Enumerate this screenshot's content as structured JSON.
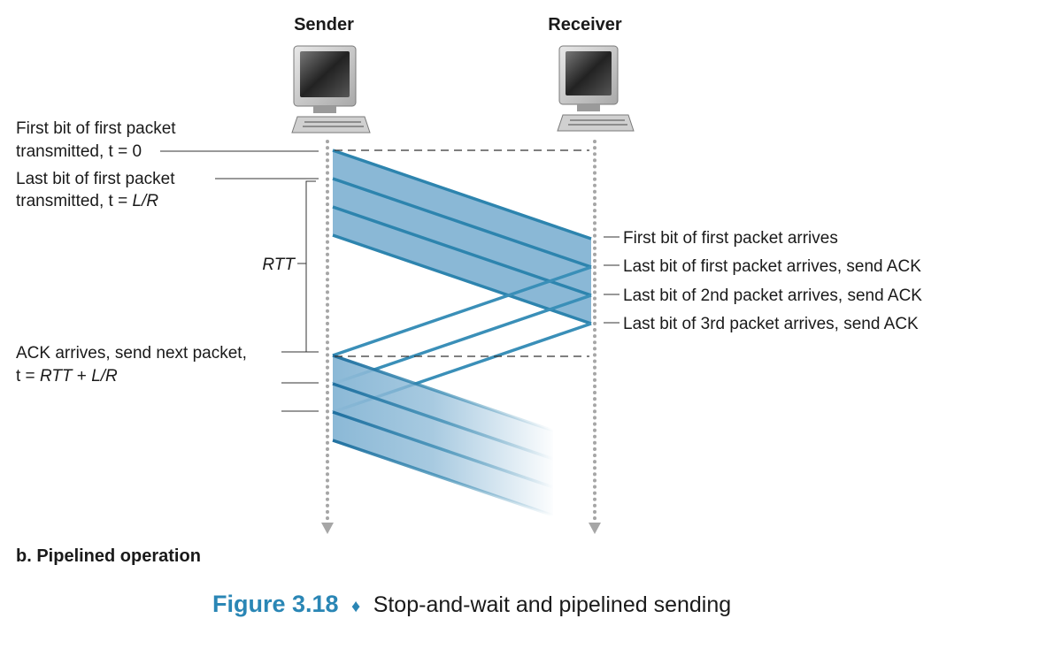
{
  "nodes": {
    "sender": "Sender",
    "receiver": "Receiver"
  },
  "labels": {
    "first_bit_line1": "First bit of first packet",
    "first_bit_line2_prefix": "transmitted, t = ",
    "first_bit_line2_value": "0",
    "last_bit_line1": "Last bit of first packet",
    "last_bit_line2_prefix": "transmitted, t = ",
    "last_bit_line2_value": "L/R",
    "rtt": "RTT",
    "ack_line1": "ACK arrives, send next packet,",
    "ack_line2_prefix": "t = ",
    "ack_line2_rtt": "RTT",
    "ack_line2_plus": " + ",
    "ack_line2_lr": "L/R"
  },
  "receiver_events": [
    "First bit of first packet arrives",
    "Last bit of first packet arrives, send ACK",
    "Last bit of 2nd packet arrives, send ACK",
    "Last bit of 3rd packet arrives, send ACK"
  ],
  "subtitle": "b. Pipelined operation",
  "caption": {
    "number": "Figure 3.18",
    "separator": "♦",
    "text": "Stop-and-wait and pipelined sending"
  },
  "colors": {
    "packet_fill": "#8ab8d6",
    "packet_line": "#2d84ae",
    "ack_line": "#3a8fb8",
    "timeline": "#a6a6a6",
    "caption_accent": "#2a86b5"
  }
}
